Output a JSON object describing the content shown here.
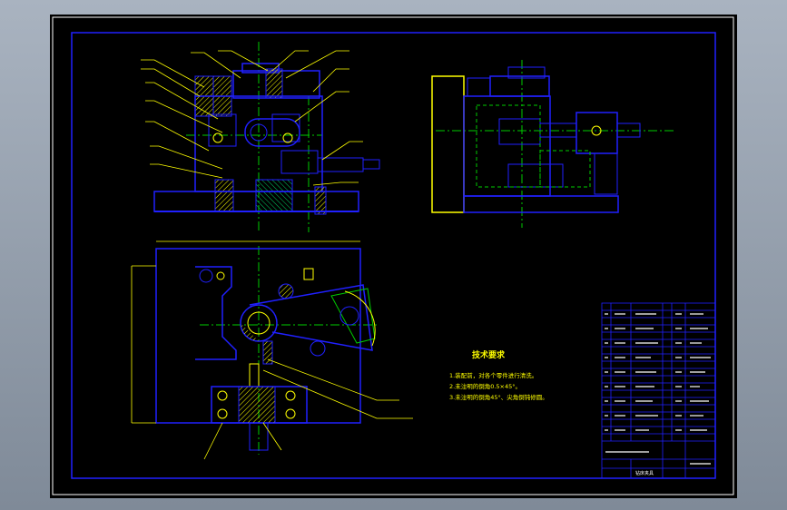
{
  "drawing": {
    "tech_requirements": {
      "title": "技术要求",
      "lines": [
        "1.装配前，对各个零件进行清洗。",
        "2.未注明的倒角0.5×45°。",
        "3.未注明的倒角45°、尖角倒钝修圆。"
      ]
    },
    "title_block": {
      "drawing_label": "钻床夹具"
    },
    "colors": {
      "background": "#000000",
      "frame": "#2020ff",
      "body": "#2020ff",
      "centerline": "#00cc00",
      "leader": "#ffff00",
      "hatch": "#ffff00",
      "table_text": "#ffffff",
      "dimension": "#00ffff"
    }
  }
}
